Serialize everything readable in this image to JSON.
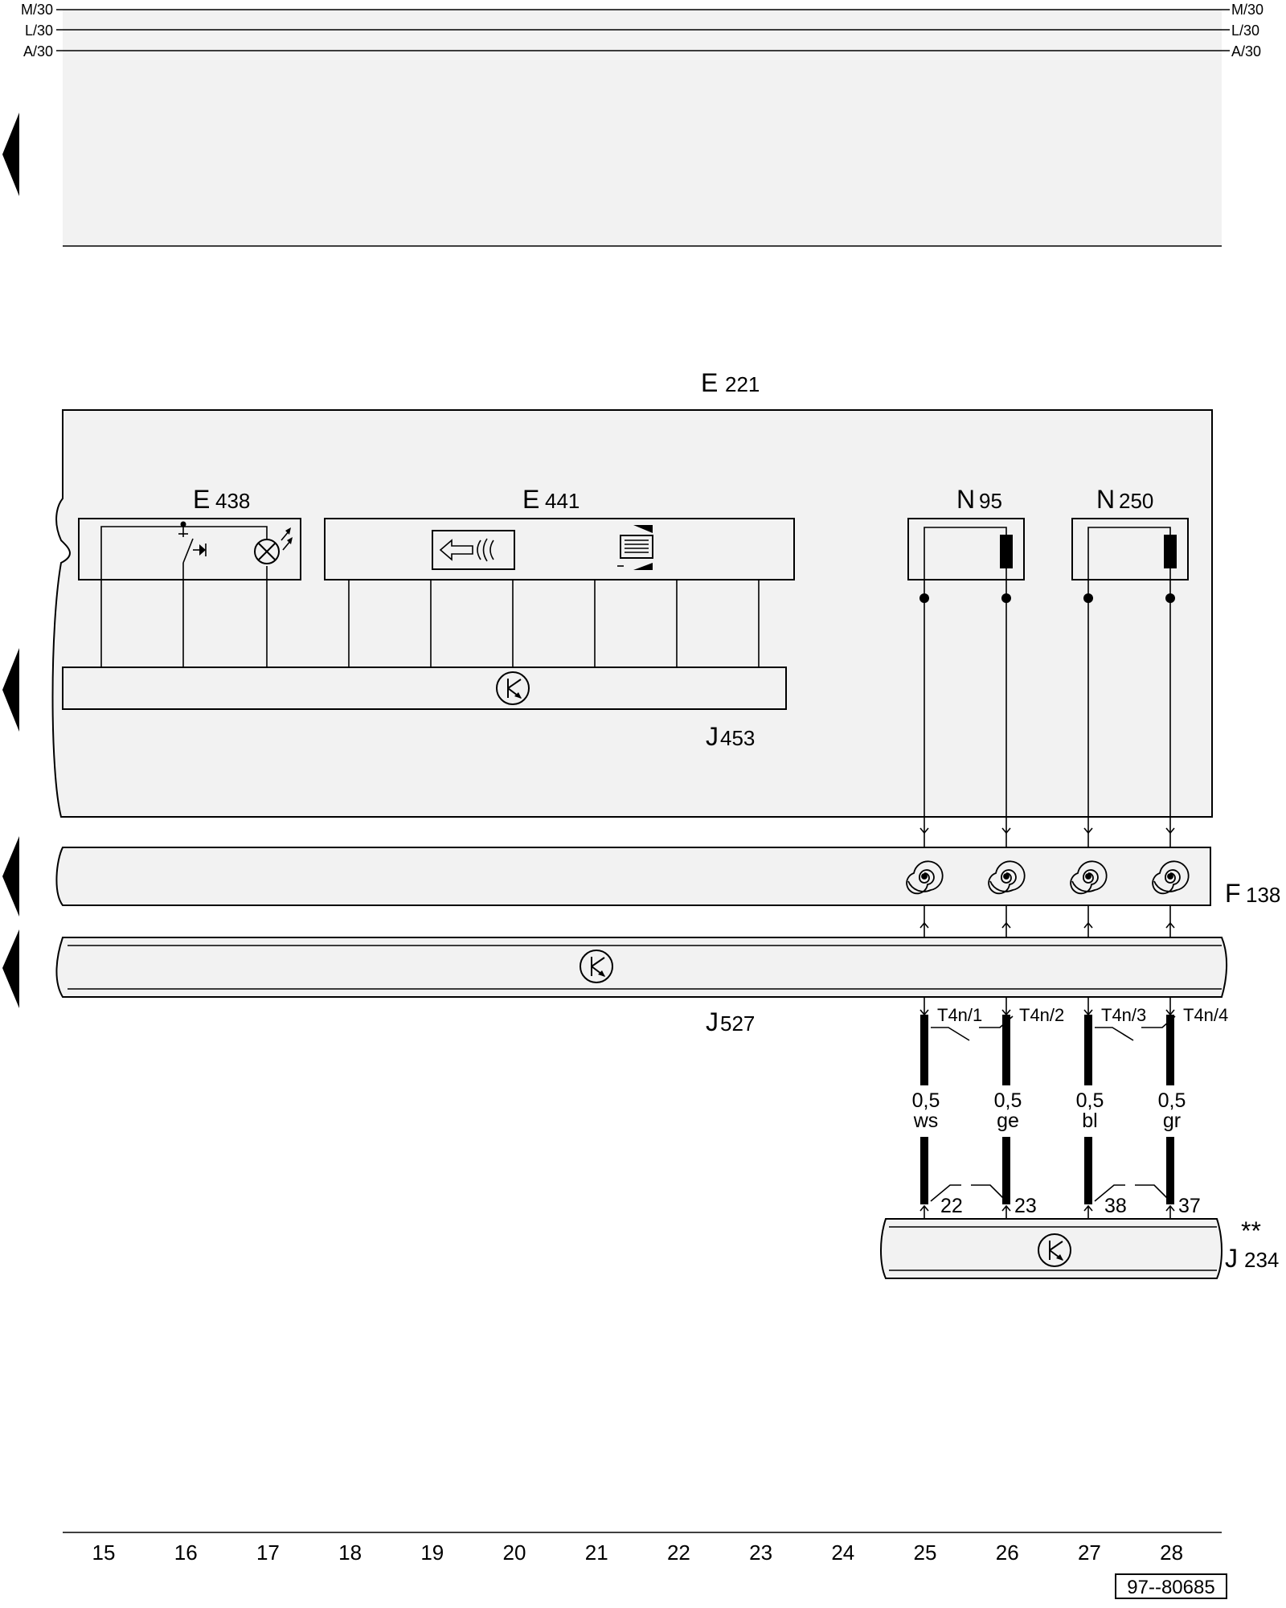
{
  "power_rails": {
    "left": [
      "M/30",
      "L/30",
      "A/30"
    ],
    "right": [
      "M/30",
      "L/30",
      "A/30"
    ]
  },
  "components": {
    "e221": {
      "prefix": "E",
      "num": "221"
    },
    "e438": {
      "prefix": "E",
      "num": "438"
    },
    "e441": {
      "prefix": "E",
      "num": "441"
    },
    "n95": {
      "prefix": "N",
      "num": "95"
    },
    "n250": {
      "prefix": "N",
      "num": "250"
    },
    "j453": {
      "prefix": "J",
      "num": "453"
    },
    "f138": {
      "prefix": "F",
      "num": "138"
    },
    "j527": {
      "prefix": "J",
      "num": "527"
    },
    "j234": {
      "prefix": "J",
      "num": "234",
      "note": "**"
    }
  },
  "connectors": [
    "T4n/1",
    "T4n/2",
    "T4n/3",
    "T4n/4"
  ],
  "wires": [
    {
      "size": "0,5",
      "color": "ws"
    },
    {
      "size": "0,5",
      "color": "ge"
    },
    {
      "size": "0,5",
      "color": "bl"
    },
    {
      "size": "0,5",
      "color": "gr"
    }
  ],
  "pins": [
    "22",
    "23",
    "38",
    "37"
  ],
  "tracks": [
    "15",
    "16",
    "17",
    "18",
    "19",
    "20",
    "21",
    "22",
    "23",
    "24",
    "25",
    "26",
    "27",
    "28"
  ],
  "diagram_id": "97--80685",
  "colors": {
    "panel": "#f2f2f2",
    "line": "#000000"
  }
}
